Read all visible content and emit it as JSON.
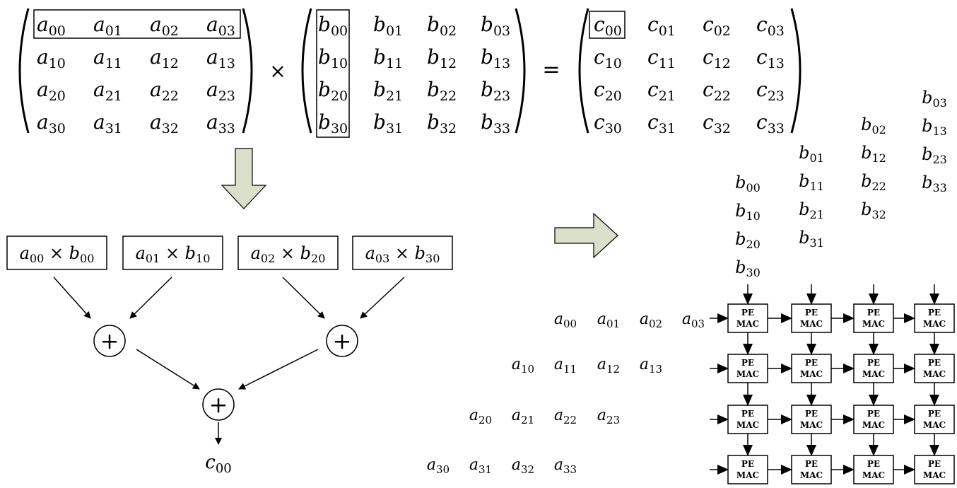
{
  "matrix_a": [
    [
      "a",
      "00"
    ],
    [
      "a",
      "01"
    ],
    [
      "a",
      "02"
    ],
    [
      "a",
      "03"
    ],
    [
      "a",
      "10"
    ],
    [
      "a",
      "11"
    ],
    [
      "a",
      "12"
    ],
    [
      "a",
      "13"
    ],
    [
      "a",
      "20"
    ],
    [
      "a",
      "21"
    ],
    [
      "a",
      "22"
    ],
    [
      "a",
      "23"
    ],
    [
      "a",
      "30"
    ],
    [
      "a",
      "31"
    ],
    [
      "a",
      "32"
    ],
    [
      "a",
      "33"
    ]
  ],
  "matrix_b": [
    [
      "b",
      "00"
    ],
    [
      "b",
      "01"
    ],
    [
      "b",
      "02"
    ],
    [
      "b",
      "03"
    ],
    [
      "b",
      "10"
    ],
    [
      "b",
      "11"
    ],
    [
      "b",
      "12"
    ],
    [
      "b",
      "13"
    ],
    [
      "b",
      "20"
    ],
    [
      "b",
      "21"
    ],
    [
      "b",
      "22"
    ],
    [
      "b",
      "23"
    ],
    [
      "b",
      "30"
    ],
    [
      "b",
      "31"
    ],
    [
      "b",
      "32"
    ],
    [
      "b",
      "33"
    ]
  ],
  "matrix_c": [
    [
      "c",
      "00"
    ],
    [
      "c",
      "01"
    ],
    [
      "c",
      "02"
    ],
    [
      "c",
      "03"
    ],
    [
      "c",
      "10"
    ],
    [
      "c",
      "11"
    ],
    [
      "c",
      "12"
    ],
    [
      "c",
      "13"
    ],
    [
      "c",
      "20"
    ],
    [
      "c",
      "21"
    ],
    [
      "c",
      "22"
    ],
    [
      "c",
      "23"
    ],
    [
      "c",
      "30"
    ],
    [
      "c",
      "31"
    ],
    [
      "c",
      "32"
    ],
    [
      "c",
      "33"
    ]
  ],
  "operators": {
    "times": "×",
    "equals": "=",
    "plus": "+"
  },
  "products": [
    {
      "a": [
        "a",
        "00"
      ],
      "b": [
        "b",
        "00"
      ]
    },
    {
      "a": [
        "a",
        "01"
      ],
      "b": [
        "b",
        "10"
      ]
    },
    {
      "a": [
        "a",
        "02"
      ],
      "b": [
        "b",
        "20"
      ]
    },
    {
      "a": [
        "a",
        "03"
      ],
      "b": [
        "b",
        "30"
      ]
    }
  ],
  "result": [
    "c",
    "00"
  ],
  "b_inputs": [
    [
      [
        "b",
        "00"
      ],
      [
        "b",
        "10"
      ],
      [
        "b",
        "20"
      ],
      [
        "b",
        "30"
      ]
    ],
    [
      [
        "b",
        "01"
      ],
      [
        "b",
        "11"
      ],
      [
        "b",
        "21"
      ],
      [
        "b",
        "31"
      ]
    ],
    [
      [
        "b",
        "02"
      ],
      [
        "b",
        "12"
      ],
      [
        "b",
        "22"
      ],
      [
        "b",
        "32"
      ]
    ],
    [
      [
        "b",
        "03"
      ],
      [
        "b",
        "13"
      ],
      [
        "b",
        "23"
      ],
      [
        "b",
        "33"
      ]
    ]
  ],
  "a_inputs": [
    [
      [
        "a",
        "00"
      ],
      [
        "a",
        "01"
      ],
      [
        "a",
        "02"
      ],
      [
        "a",
        "03"
      ]
    ],
    [
      [
        "a",
        "10"
      ],
      [
        "a",
        "11"
      ],
      [
        "a",
        "12"
      ],
      [
        "a",
        "13"
      ]
    ],
    [
      [
        "a",
        "20"
      ],
      [
        "a",
        "21"
      ],
      [
        "a",
        "22"
      ],
      [
        "a",
        "23"
      ]
    ],
    [
      [
        "a",
        "30"
      ],
      [
        "a",
        "31"
      ],
      [
        "a",
        "32"
      ],
      [
        "a",
        "33"
      ]
    ]
  ],
  "pe": {
    "line1": "PE",
    "line2": "MAC"
  },
  "colors": {
    "block_arrow_fill": "#d9dfc9",
    "stroke": "#000000"
  }
}
